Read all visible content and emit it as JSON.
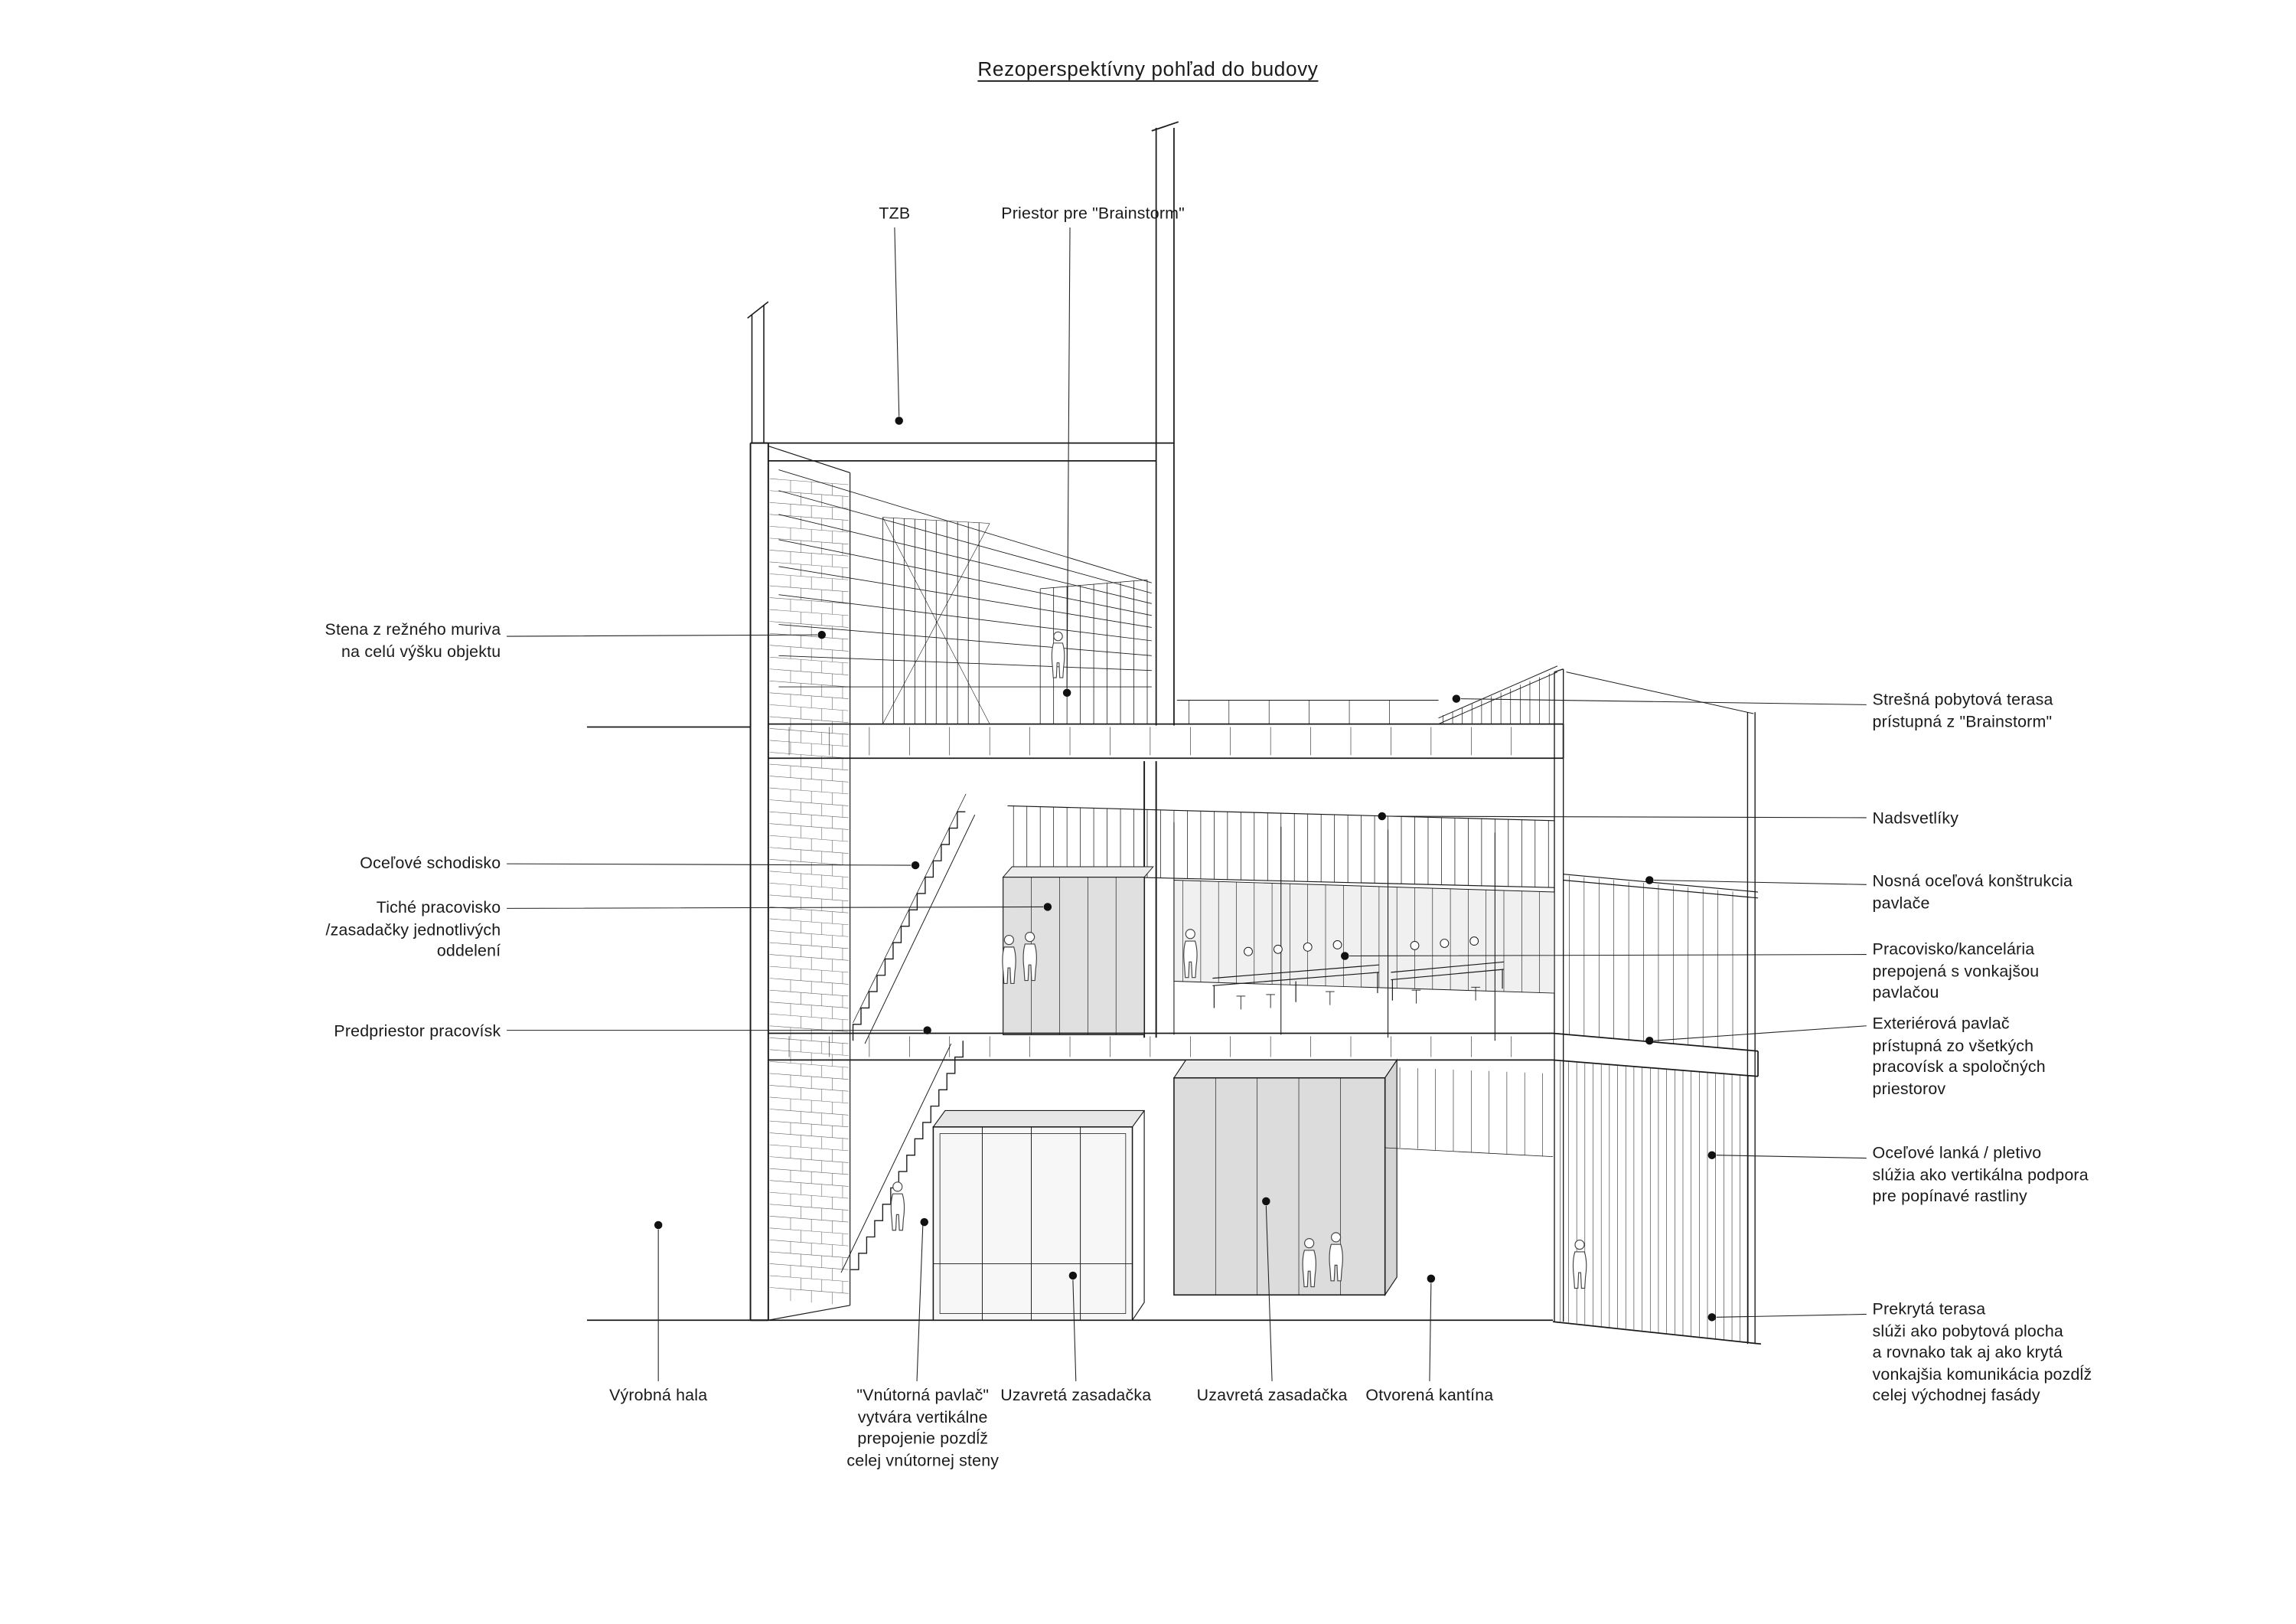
{
  "title": "Rezoperspektívny pohľad do budovy",
  "colors": {
    "line": "#1a1a1a",
    "box_fill_light": "#e0e0e0",
    "box_fill_dark": "#dcdcdc",
    "background": "#ffffff"
  },
  "labels": {
    "tzb": {
      "text": "TZB"
    },
    "brainstorm_space": {
      "text": "Priestor pre \"Brainstorm\""
    },
    "brick_wall": {
      "text": "Stena z režného muriva\nna celú výšku objektu"
    },
    "steel_staircase": {
      "text": "Oceľové schodisko"
    },
    "quiet_workspace": {
      "text": "Tiché pracovisko\n/zasadačky jednotlivých\noddelení"
    },
    "workspace_forecourt": {
      "text": "Predpriestor pracovísk"
    },
    "production_hall": {
      "text": "Výrobná hala"
    },
    "inner_gallery": {
      "text": "\"Vnútorná pavlač\"\nvytvára vertikálne\nprepojenie pozdĺž\ncelej vnútornej steny"
    },
    "closed_meeting_room_1": {
      "text": "Uzavretá zasadačka"
    },
    "closed_meeting_room_2": {
      "text": "Uzavretá zasadačka"
    },
    "open_canteen": {
      "text": "Otvorená kantína"
    },
    "roof_terrace": {
      "text": "Strešná pobytová terasa\nprístupná z \"Brainstorm\""
    },
    "skylights": {
      "text": "Nadsvetlíky"
    },
    "gallery_steel_structure": {
      "text": "Nosná oceľová konštrukcia\npavlače"
    },
    "office_workspace": {
      "text": "Pracovisko/kancelária\nprepojená s vonkajšou\npavlačou"
    },
    "exterior_gallery": {
      "text": "Exteriérová pavlač\nprístupná zo všetkých\npracovísk a spoločných\npriestorov"
    },
    "steel_cables": {
      "text": "Oceľové lanká / pletivo\nslúžia ako vertikálna podpora\npre popínavé rastliny"
    },
    "covered_terrace": {
      "text": "Prekrytá terasa\nslúži ako pobytová plocha\na rovnako tak aj ako krytá\nvonkajšia komunikácia pozdĺž\ncelej východnej fasády"
    }
  }
}
